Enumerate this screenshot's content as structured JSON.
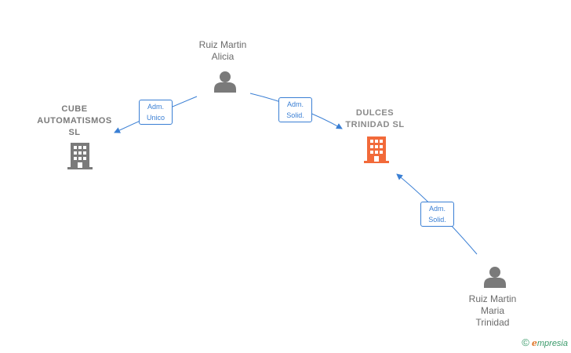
{
  "nodes": {
    "person_alicia": {
      "lines": [
        "Ruiz Martin",
        "Alicia"
      ],
      "icon": "person-icon"
    },
    "person_maria": {
      "lines": [
        "Ruiz Martin",
        "Maria",
        "Trinidad"
      ],
      "icon": "person-icon"
    },
    "company_cube": {
      "lines": [
        "CUBE",
        "AUTOMATISMOS",
        "SL"
      ],
      "icon": "building-icon"
    },
    "company_dulces": {
      "lines": [
        "DULCES",
        "TRINIDAD SL"
      ],
      "icon": "building-icon"
    }
  },
  "edges": [
    {
      "from": "person_alicia",
      "to": "company_cube",
      "label": [
        "Adm.",
        "Unico"
      ]
    },
    {
      "from": "person_alicia",
      "to": "company_dulces",
      "label": [
        "Adm.",
        "Solid."
      ]
    },
    {
      "from": "person_maria",
      "to": "company_dulces",
      "label": [
        "Adm.",
        "Solid."
      ]
    }
  ],
  "colors": {
    "edge": "#3a7fd4",
    "person": "#7a7a7a",
    "company": "#7a7a7a",
    "company_main": "#f26a3a"
  },
  "footer": {
    "copyright_symbol": "©",
    "brand_initial": "e",
    "brand_rest": "mpresia"
  }
}
